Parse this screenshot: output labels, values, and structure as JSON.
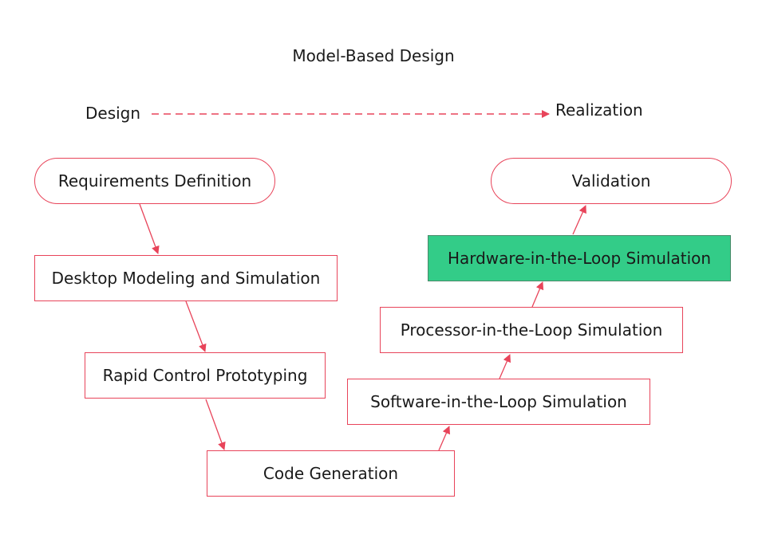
{
  "title": "Model-Based Design",
  "axis": {
    "start": "Design",
    "end": "Realization"
  },
  "nodes": {
    "requirements": "Requirements Definition",
    "desktop": "Desktop Modeling and Simulation",
    "rcp": "Rapid Control Prototyping",
    "codegen": "Code Generation",
    "sil": "Software-in-the-Loop Simulation",
    "pil": "Processor-in-the-Loop Simulation",
    "hil": "Hardware-in-the-Loop Simulation",
    "validation": "Validation"
  },
  "colors": {
    "accent": "#e8445a",
    "highlight": "#33cc88"
  }
}
